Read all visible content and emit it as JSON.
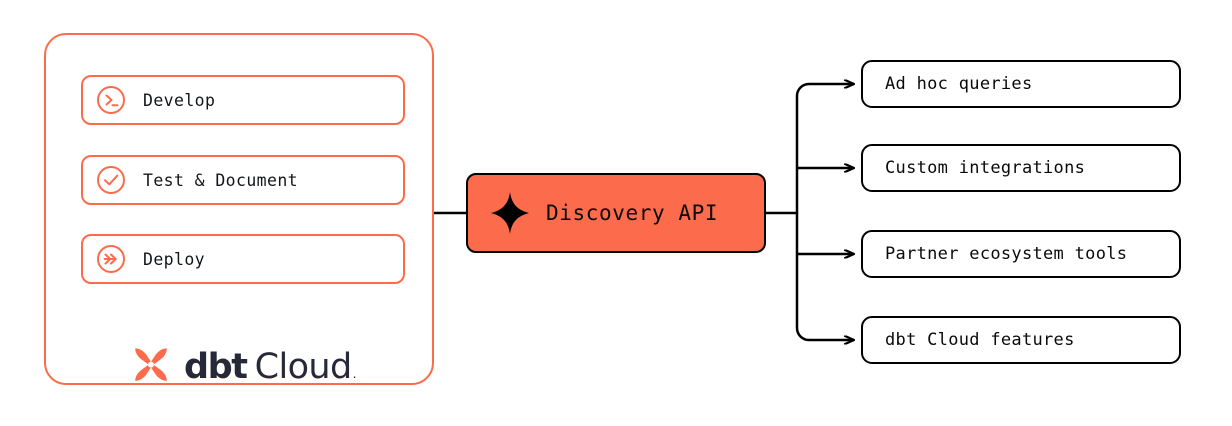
{
  "colors": {
    "accent_orange": "#FC6B4B",
    "node_fill": "#FC6B4B",
    "line_black": "#000000",
    "text_dark": "#13151C",
    "logo_navy": "#262A38",
    "background": "#FFFFFF"
  },
  "left_panel": {
    "name": "dbt Cloud workflow panel",
    "stages": [
      {
        "label": "Develop",
        "icon": "terminal-prompt-icon"
      },
      {
        "label": "Test & Document",
        "icon": "check-circle-icon"
      },
      {
        "label": "Deploy",
        "icon": "double-chevron-right-icon"
      }
    ],
    "logo": {
      "mark": "dbt-x-mark-icon",
      "word_primary": "dbt",
      "word_secondary": "Cloud",
      "trademark": "."
    }
  },
  "center_node": {
    "label": "Discovery API",
    "icon": "sparkle-star-icon"
  },
  "consumers": [
    {
      "label": "Ad hoc queries"
    },
    {
      "label": "Custom integrations"
    },
    {
      "label": "Partner ecosystem tools"
    },
    {
      "label": "dbt Cloud features"
    }
  ],
  "connectors": {
    "input_edge": "panel-to-discovery-api-line",
    "output_trunk": "discovery-api-fanout-trunk",
    "arrow_count": 4
  }
}
